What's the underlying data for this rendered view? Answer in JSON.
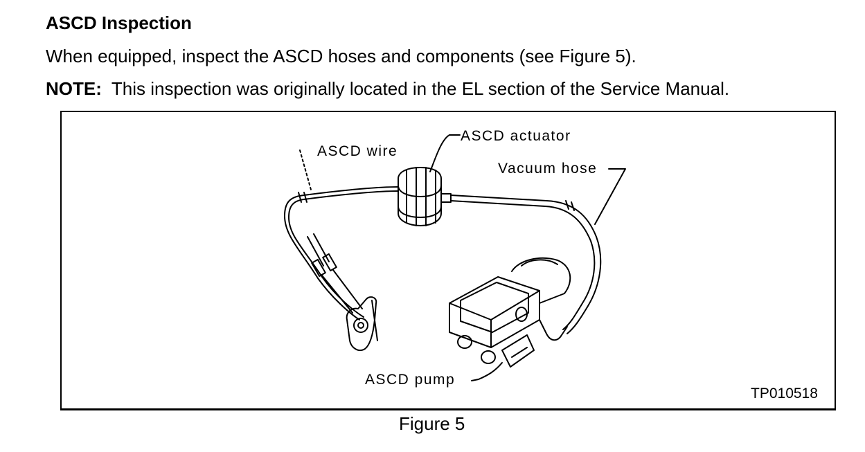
{
  "section": {
    "title": "ASCD Inspection",
    "body": "When equipped, inspect the ASCD hoses and components (see Figure 5).",
    "note_label": "NOTE:",
    "note_text": "This inspection was originally located in the EL section of the Service Manual."
  },
  "figure": {
    "labels": {
      "actuator": "ASCD actuator",
      "wire": "ASCD wire",
      "vacuum_hose": "Vacuum hose",
      "pump": "ASCD pump"
    },
    "reference_code": "TP010518",
    "caption": "Figure 5"
  }
}
